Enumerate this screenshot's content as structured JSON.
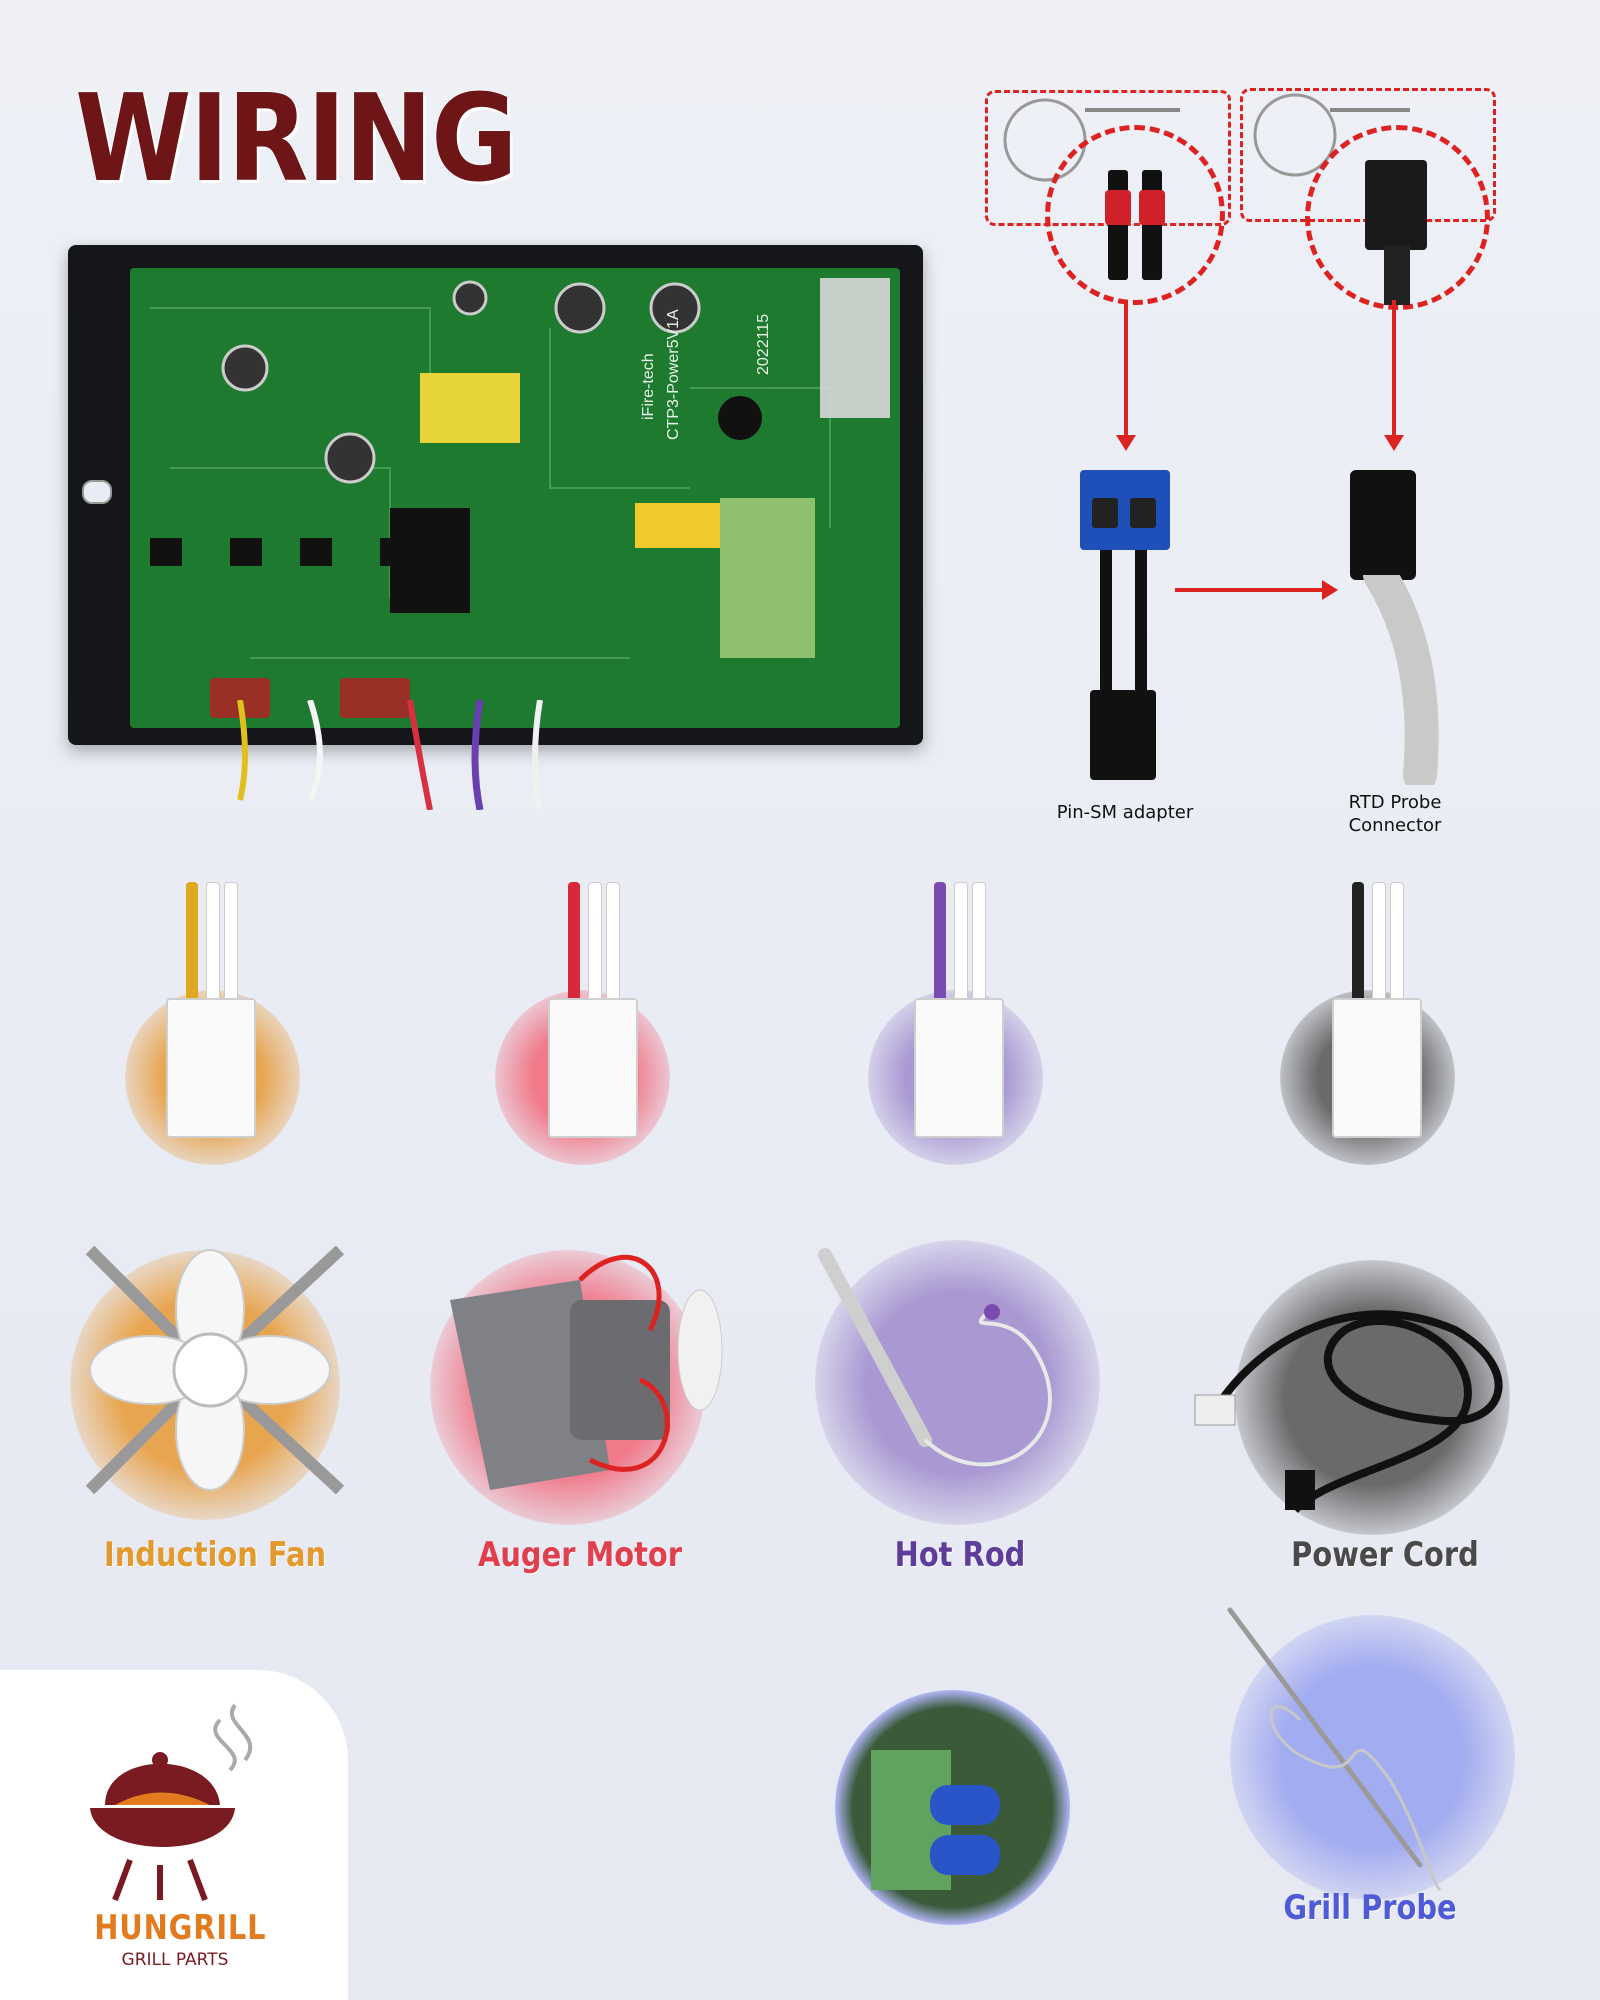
{
  "title": "WIRING",
  "board": {
    "silk_1": "iFire-tech",
    "silk_2": "CTP3-Power5V1A",
    "silk_3": "2022115"
  },
  "adapters": {
    "pin_sm_label": "Pin-SM adapter",
    "rtd_label_line1": "RTD Probe",
    "rtd_label_line2": "Connector"
  },
  "components": [
    {
      "label": "Induction Fan",
      "wire_color": "#e0a820",
      "glow_color": "#e8a550",
      "label_color": "#e39a2c"
    },
    {
      "label": "Auger Motor",
      "wire_color": "#d8283a",
      "glow_color": "#f07a8a",
      "label_color": "#e0404e"
    },
    {
      "label": "Hot Rod",
      "wire_color": "#7a4bb0",
      "glow_color": "#a998d2",
      "label_color": "#5e3d9a"
    },
    {
      "label": "Power Cord",
      "wire_color": "#222222",
      "glow_color": "#6a6a6a",
      "label_color": "#4a4a4a"
    }
  ],
  "grill_probe": {
    "label": "Grill Probe",
    "label_color": "#4e5ad6"
  },
  "brand": {
    "name": "HUNGRILL",
    "tagline": "GRILL PARTS",
    "primary": "#7a1b22",
    "accent": "#e27a1e"
  }
}
